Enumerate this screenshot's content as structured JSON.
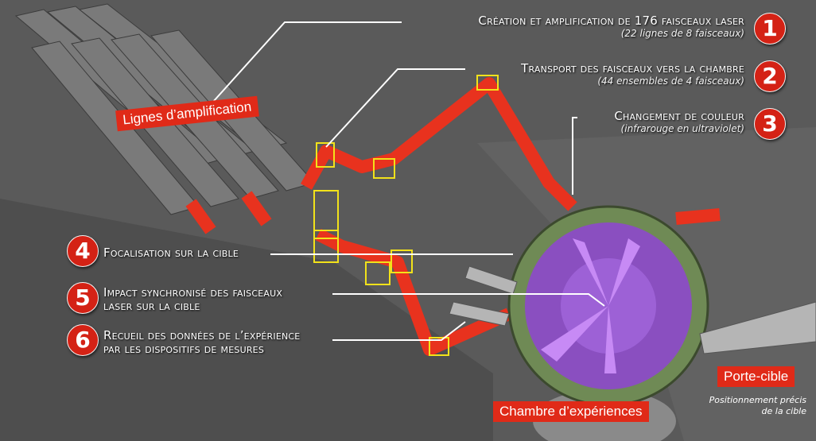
{
  "steps": [
    {
      "num": "1",
      "title": "Création et amplification de 176 faisceaux laser",
      "subtitle": "(22 lignes de 8 faisceaux)"
    },
    {
      "num": "2",
      "title": "Transport des faisceaux vers la chambre",
      "subtitle": "(44 ensembles de 4 faisceaux)"
    },
    {
      "num": "3",
      "title": "Changement de couleur",
      "subtitle": "(infrarouge en ultraviolet)"
    },
    {
      "num": "4",
      "title": "Focalisation sur la cible"
    },
    {
      "num": "5",
      "title": "Impact synchronisé des faisceaux",
      "title2": "laser sur la cible"
    },
    {
      "num": "6",
      "title": "Recueil des données de l’expérience",
      "title2": "par les dispositifs de mesures"
    }
  ],
  "labels": {
    "amplification": "Lignes d’amplification",
    "chamber": "Chambre d’expériences",
    "target_holder": "Porte-cible",
    "target_note_1": "Positionnement précis",
    "target_note_2": "de la cible"
  },
  "colors": {
    "background": "#5a5a5a",
    "accent": "#e02a18",
    "beam": "#e8321e",
    "chamber": "#8a4fc0",
    "rim": "#6f8a55",
    "support": "#f2e21a"
  }
}
